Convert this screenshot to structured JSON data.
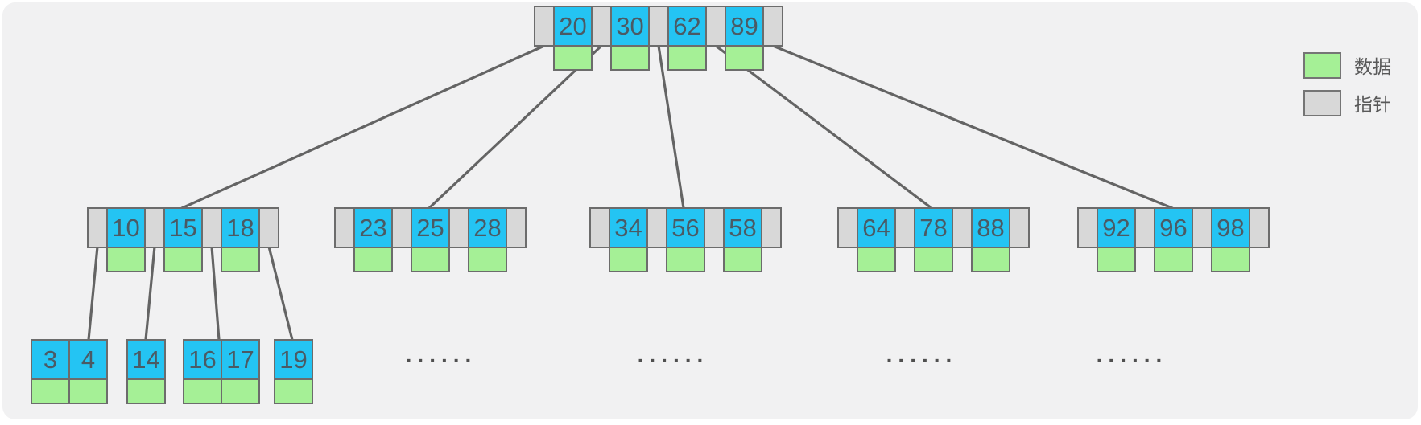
{
  "tree": {
    "root": {
      "keys": [
        "20",
        "30",
        "62",
        "89"
      ]
    },
    "internal_nodes": [
      {
        "keys": [
          "10",
          "15",
          "18"
        ]
      },
      {
        "keys": [
          "23",
          "25",
          "28"
        ]
      },
      {
        "keys": [
          "34",
          "56",
          "58"
        ]
      },
      {
        "keys": [
          "64",
          "78",
          "88"
        ]
      },
      {
        "keys": [
          "92",
          "96",
          "98"
        ]
      }
    ],
    "leaves": [
      {
        "keys": [
          "3",
          "4"
        ]
      },
      {
        "keys": [
          "14"
        ]
      },
      {
        "keys": [
          "16",
          "17"
        ]
      },
      {
        "keys": [
          "19"
        ]
      }
    ],
    "ellipsis": "......"
  },
  "legend": {
    "items": [
      {
        "label": "数据",
        "color": "#a5f096"
      },
      {
        "label": "指针",
        "color": "#d8d8d8"
      }
    ]
  },
  "colors": {
    "key_cell": "#24c4f3",
    "data_cell": "#a5f096",
    "pointer_cell": "#d8d8d8",
    "edge": "#646464",
    "background_panel": "#f1f1f2"
  }
}
